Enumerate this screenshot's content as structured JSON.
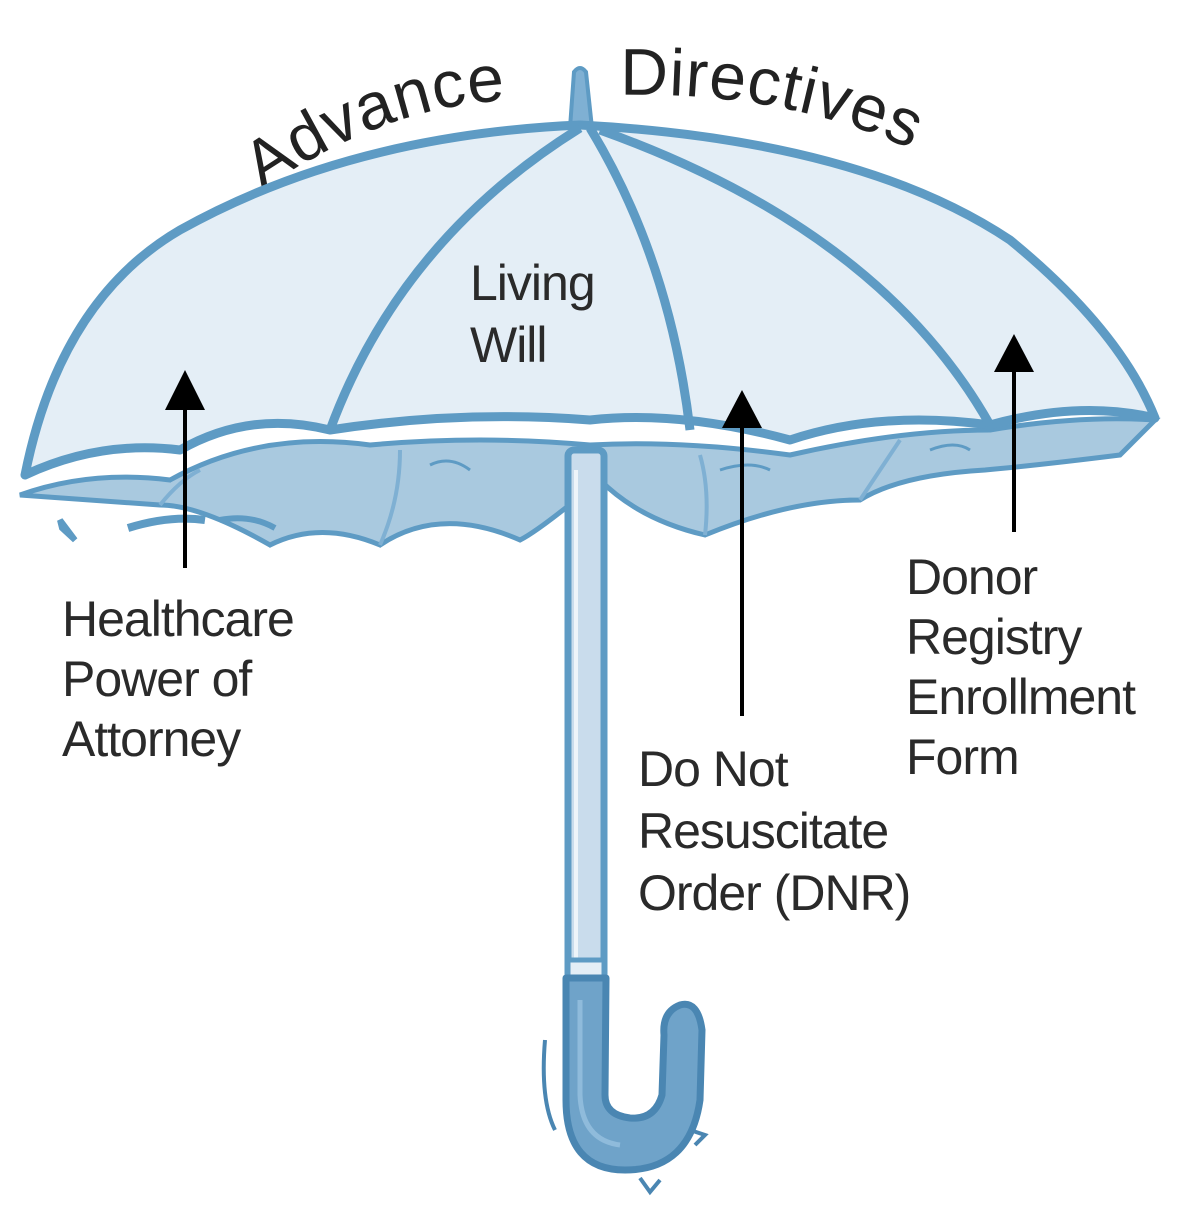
{
  "title": {
    "word1": "Advance",
    "word2": "Directives"
  },
  "labels": {
    "living_will": [
      "Living",
      "Will"
    ],
    "healthcare_poa": [
      "Healthcare",
      "Power of",
      "Attorney"
    ],
    "dnr": [
      "Do Not",
      "Resuscitate",
      "Order (DNR)"
    ],
    "donor": [
      "Donor",
      "Registry",
      "Enrollment",
      "Form"
    ]
  },
  "colors": {
    "canopy_outline": "#5e9bc4",
    "canopy_fill": "#e4eef6",
    "canopy_shadow": "#a9c9df",
    "handle_fill": "#c9dcec",
    "grip_fill": "#6fa3c9",
    "arrow": "#000000",
    "text": "#2a2a2a"
  }
}
